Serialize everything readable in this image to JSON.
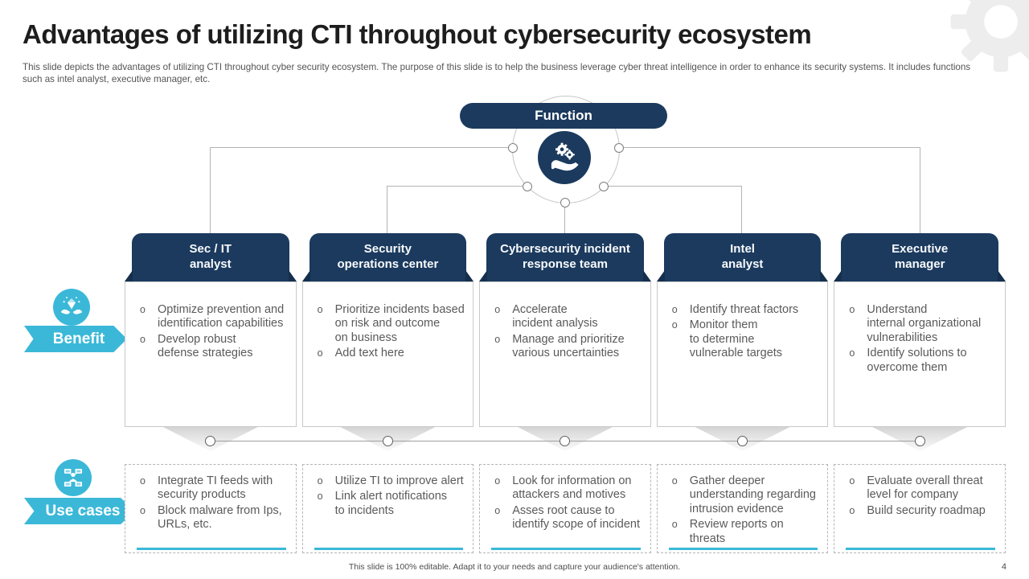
{
  "slide": {
    "title": "Advantages of utilizing CTI throughout cybersecurity ecosystem",
    "subtitle": "This slide depicts the advantages of utilizing CTI throughout cyber security ecosystem. The purpose of this slide is to help the business leverage cyber threat intelligence in order to enhance its security systems. It includes functions\nsuch as intel analyst, executive  manager, etc.",
    "footer": "This slide is 100% editable.  Adapt it to your needs and capture your audience's attention.",
    "page_number": "4"
  },
  "hub": {
    "label": "Function",
    "icon": "hand-holding-gears-icon"
  },
  "row_labels": {
    "benefit": "Benefit",
    "use_cases": "Use cases",
    "benefit_icon": "hands-holding-diamond-icon",
    "use_cases_icon": "analyst-network-icon"
  },
  "bullet_marker": "o",
  "colors": {
    "navy": "#1b3a5e",
    "cyan_accent": "#3bb8d8",
    "body_text": "#5a5a5a",
    "connector_gray": "#b3b3b3"
  },
  "columns": [
    {
      "header": "Sec / IT\nanalyst",
      "benefits": [
        "Optimize prevention and\nidentification capabilities",
        "Develop robust\ndefense strategies"
      ],
      "use_cases": [
        "Integrate TI feeds with\nsecurity products",
        "Block malware from Ips,\nURLs, etc."
      ]
    },
    {
      "header": "Security\noperations center",
      "benefits": [
        "Prioritize incidents based\non risk and outcome\non business",
        "Add text here"
      ],
      "use_cases": [
        "Utilize TI to improve alert",
        "Link alert notifications\nto incidents"
      ]
    },
    {
      "header": "Cybersecurity incident\nresponse team",
      "benefits": [
        "Accelerate\nincident analysis",
        "Manage and prioritize\nvarious uncertainties"
      ],
      "use_cases": [
        "Look for information on\nattackers and motives",
        "Asses root cause to\nidentify scope of incident"
      ]
    },
    {
      "header": "Intel\nanalyst",
      "benefits": [
        "Identify threat factors",
        "Monitor them\nto determine\nvulnerable targets"
      ],
      "use_cases": [
        "Gather deeper\nunderstanding regarding\nintrusion evidence",
        "Review reports on threats"
      ]
    },
    {
      "header": "Executive\nmanager",
      "benefits": [
        "Understand\ninternal organizational\nvulnerabilities",
        "Identify solutions to\novercome them"
      ],
      "use_cases": [
        "Evaluate overall threat\nlevel for company",
        "Build security roadmap"
      ]
    }
  ]
}
